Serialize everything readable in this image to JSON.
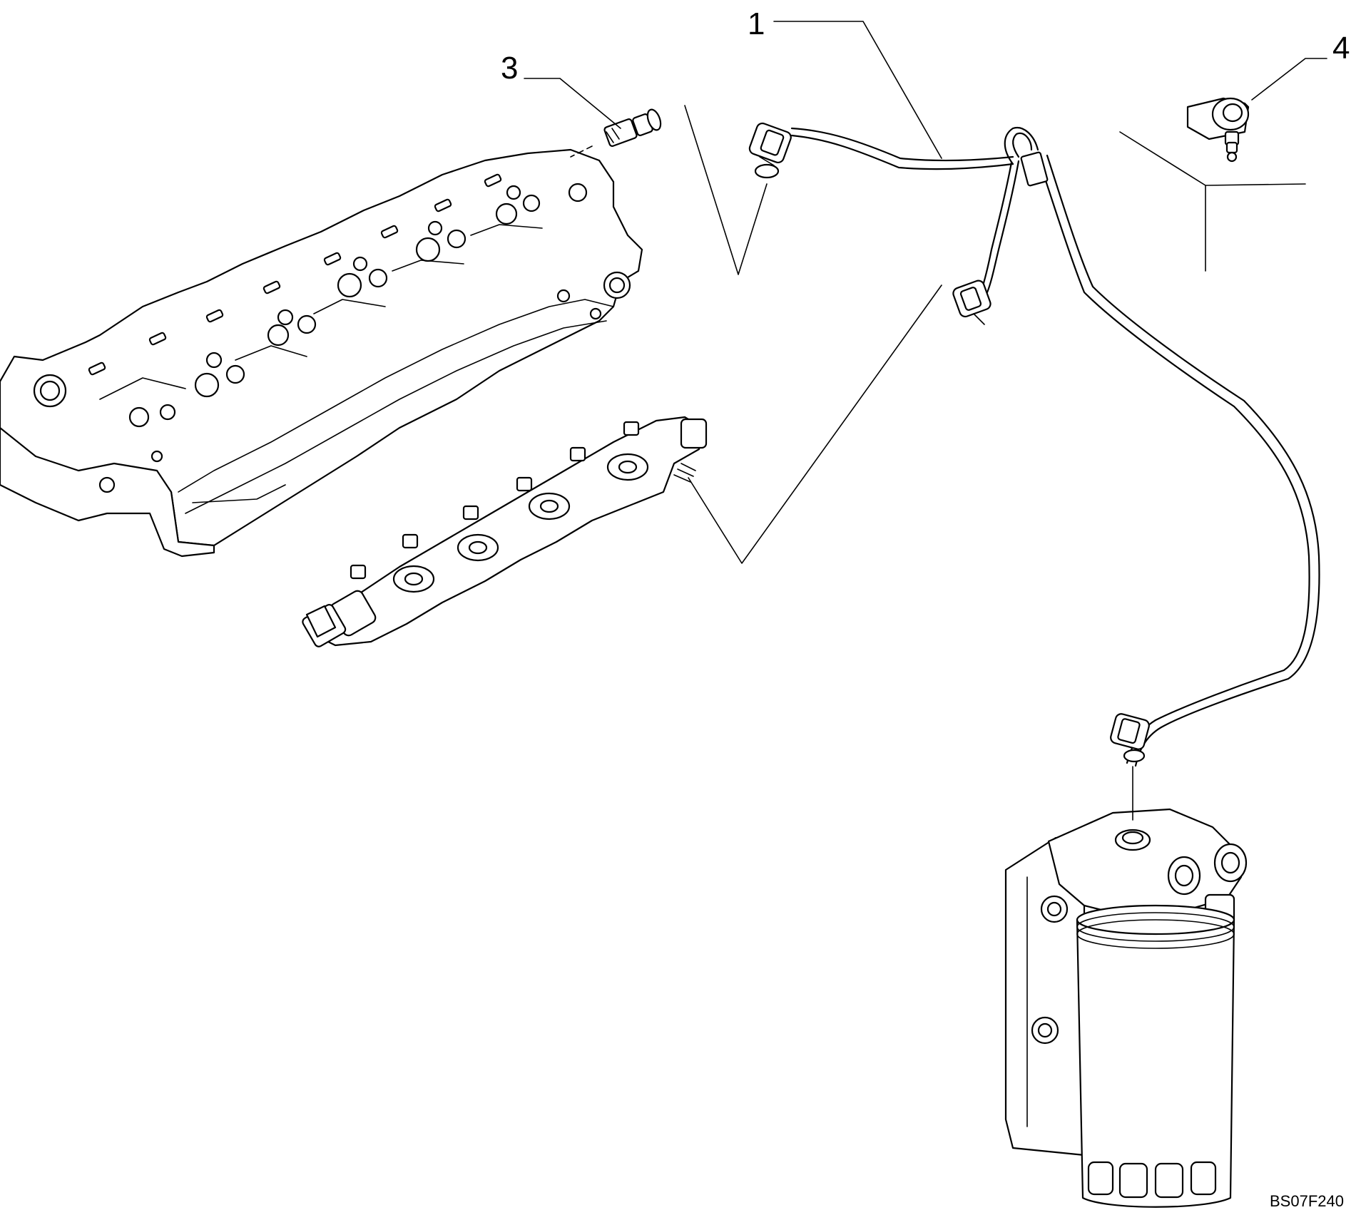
{
  "callouts": [
    {
      "id": "1",
      "text": "1"
    },
    {
      "id": "3",
      "text": "3"
    },
    {
      "id": "4",
      "text": "4"
    }
  ],
  "figure_code": "BS07F240"
}
